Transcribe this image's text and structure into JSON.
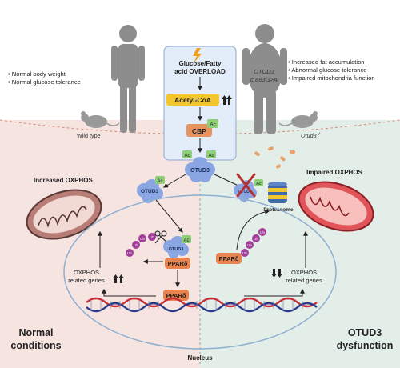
{
  "left_bullets": [
    "Normal body weight",
    "Normal glucose tolerance"
  ],
  "right_bullets": [
    "Increased fat accumulation",
    "Abnormal glucose tolerance",
    "Impaired mitochondria function"
  ],
  "overload_title_line1": "Glucose/Fatty",
  "overload_title_line2": "acid OVERLOAD",
  "acetyl_coa": "Acetyl-CoA",
  "cbp": "CBP",
  "ac": "Ac",
  "ub": "Ub",
  "otud3": "OTUD3",
  "ppard": "PPARδ",
  "proteasome": "Proteasome",
  "mutation_line1": "OTUD3",
  "mutation_line2": "c.863G>A",
  "wild_type": "Wild type",
  "otud3_mouse": "Otud3",
  "otud3_mouse_sup": "+/-",
  "increased_oxphos": "Increased OXPHOS",
  "impaired_oxphos": "Impaired OXPHOS",
  "oxphos_line1": "OXPHOS",
  "oxphos_line2": "related genes",
  "normal_line1": "Normal",
  "normal_line2": "conditions",
  "dysfunction_line1": "OTUD3",
  "dysfunction_line2": "dysfunction",
  "nucleus": "Nucleus",
  "colors": {
    "left_bg": "#f6e4e1",
    "right_bg": "#e4eee9",
    "acetyl": "#f2c62c",
    "cbp": "#e8935f",
    "ac_green": "#8fcf79",
    "otud3_blue": "#8aa6e2",
    "ppard": "#e8844f",
    "ub_purple": "#a23b9a",
    "mito_left": "#b87d76",
    "mito_right": "#e0545a"
  }
}
